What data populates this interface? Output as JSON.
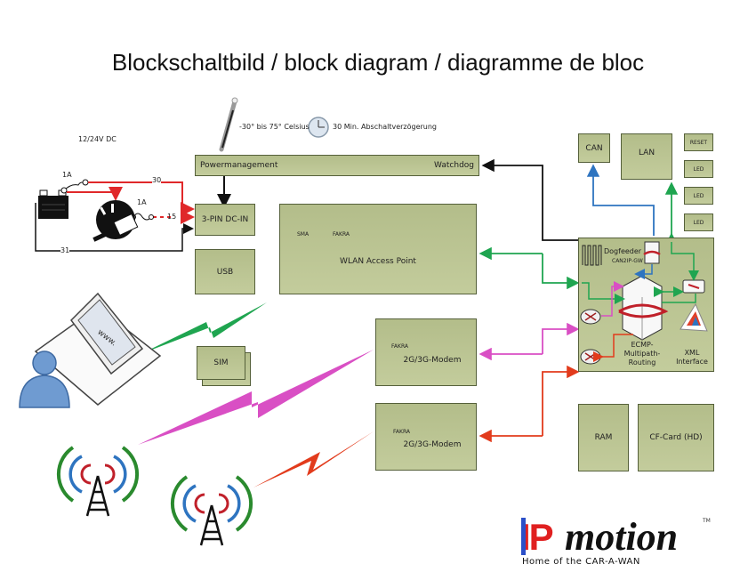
{
  "title": "Blockschaltbild / block diagram / diagramme de bloc",
  "power": {
    "supply_label": "12/24V DC",
    "fuse1_label": "1A",
    "fuse2_label": "1A",
    "wire30": "30",
    "wire15": "15",
    "wire31": "31"
  },
  "environment": {
    "temperature_label": "-30° bis 75° Celsius",
    "delay_label": "30 Min. Abschaltverzögerung"
  },
  "blocks": {
    "powermanagement": "Powermanagement",
    "watchdog": "Watchdog",
    "dc_in": "3-PIN DC-IN",
    "usb": "USB",
    "sim": "SIM",
    "wlan": "WLAN Access Point",
    "wlan_ant1": "SMA",
    "wlan_ant2": "FAKRA",
    "modem1": "2G/3G-Modem",
    "modem1_ant": "FAKRA",
    "modem2": "2G/3G-Modem",
    "modem2_ant": "FAKRA",
    "can": "CAN",
    "lan": "LAN",
    "reset": "RESET",
    "led1": "LED",
    "led2": "LED",
    "led3": "LED",
    "ram": "RAM",
    "cf_card": "CF-Card (HD)"
  },
  "core": {
    "dogfeeder": "Dogfeeder",
    "gateway": "CAN2IP-GW",
    "routing": "ECMP-\nMultipath-\nRouting",
    "routing_l1": "ECMP-",
    "routing_l2": "Multipath-",
    "routing_l3": "Routing",
    "xml_l1": "XML",
    "xml_l2": "Interface"
  },
  "laptop_screen_text": "www.",
  "logo": {
    "ip": "IP",
    "motion": "motion",
    "tm": "TM",
    "tagline": "Home of the CAR-A-WAN"
  },
  "colors": {
    "block_fill": "#bcc594",
    "block_border": "#55603a",
    "power_red": "#e0282a",
    "wlan_green": "#1fa550",
    "modem_pink": "#d94fc4",
    "modem_red": "#e23b1c",
    "can_blue": "#2e74c0",
    "logo_blue": "#2b4fc8",
    "logo_red": "#e02020"
  }
}
